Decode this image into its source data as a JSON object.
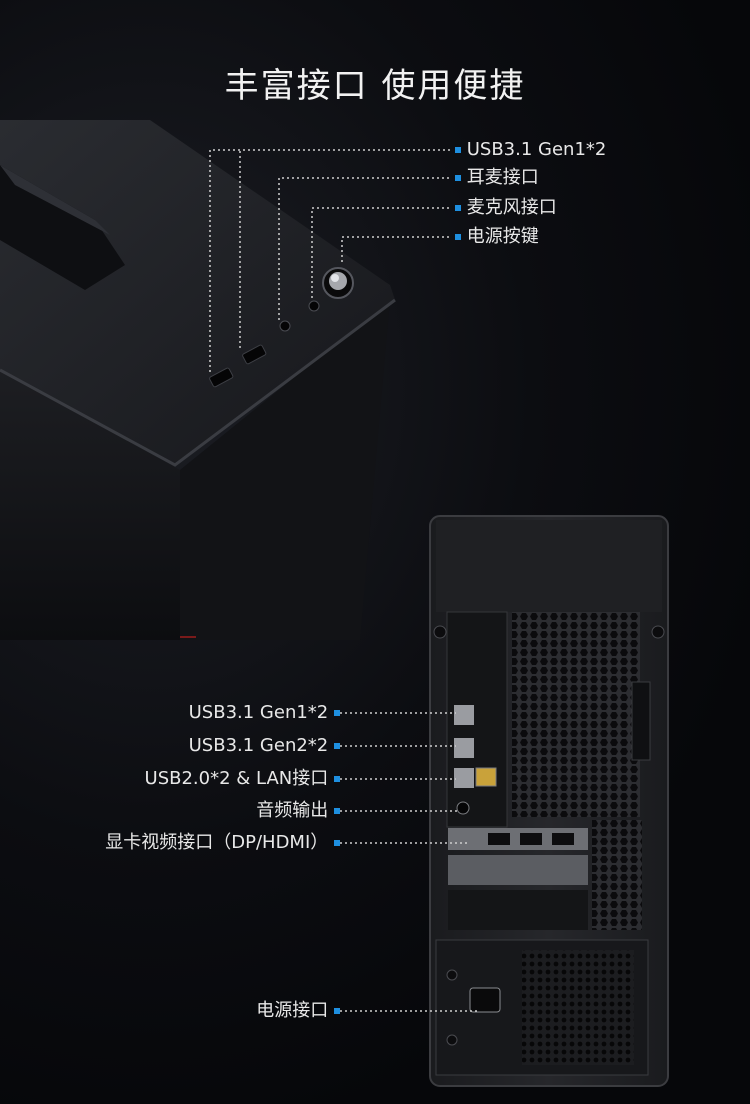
{
  "title": "丰富接口 使用便捷",
  "accent_color": "#1e8fe0",
  "top_ports": [
    {
      "label": "USB3.1 Gen1*2"
    },
    {
      "label": "耳麦接口"
    },
    {
      "label": "麦克风接口"
    },
    {
      "label": "电源按键"
    }
  ],
  "rear_ports": [
    {
      "label": "USB3.1  Gen1*2"
    },
    {
      "label": "USB3.1  Gen2*2"
    },
    {
      "label": "USB2.0*2 &  LAN接口"
    },
    {
      "label": "音频输出"
    },
    {
      "label": "显卡视频接口（DP/HDMI）"
    },
    {
      "label": "电源接口"
    }
  ]
}
